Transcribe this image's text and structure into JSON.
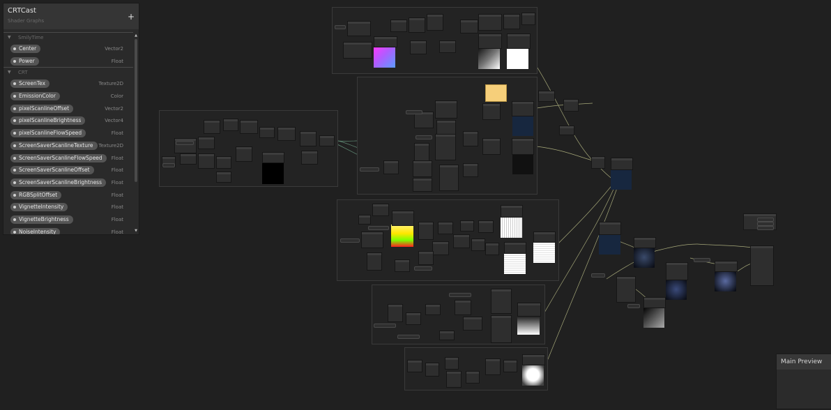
{
  "blackboard": {
    "title": "CRTCast",
    "subtitle": "Shader Graphs",
    "add_icon": "plus-icon",
    "categories": [
      {
        "name": "SmilyTime",
        "properties": [
          {
            "name": "Center",
            "type": "Vector2"
          },
          {
            "name": "Power",
            "type": "Float"
          }
        ]
      },
      {
        "name": "CRT",
        "properties": [
          {
            "name": "ScreenTex",
            "type": "Texture2D"
          },
          {
            "name": "EmissionColor",
            "type": "Color"
          },
          {
            "name": "pixelScanlineOffset",
            "type": "Vector2"
          },
          {
            "name": "pixelScanlineBrightness",
            "type": "Vector4"
          },
          {
            "name": "pixelScanlineFlowSpeed",
            "type": "Float"
          },
          {
            "name": "ScreenSaverScanlineTexture",
            "type": "Texture2D"
          },
          {
            "name": "ScreenSaverScanlineFlowSpeed",
            "type": "Float"
          },
          {
            "name": "ScreenSaverScanlineOffset",
            "type": "Float"
          },
          {
            "name": "ScreenSaverScanlineBrightness",
            "type": "Float"
          },
          {
            "name": "RGBSplitOffset",
            "type": "Float"
          },
          {
            "name": "VignetteIntensity",
            "type": "Float"
          },
          {
            "name": "VignetteBrightness",
            "type": "Float"
          },
          {
            "name": "NoiseIntensity",
            "type": "Float"
          }
        ]
      }
    ]
  },
  "main_preview": {
    "title": "Main Preview"
  },
  "colors": {
    "background": "#202020",
    "panel": "#2a2a2a",
    "pill": "#555555",
    "wire_green": "#6fa58a",
    "wire_yellow": "#bfc28a",
    "note": "#f6cf7a"
  }
}
